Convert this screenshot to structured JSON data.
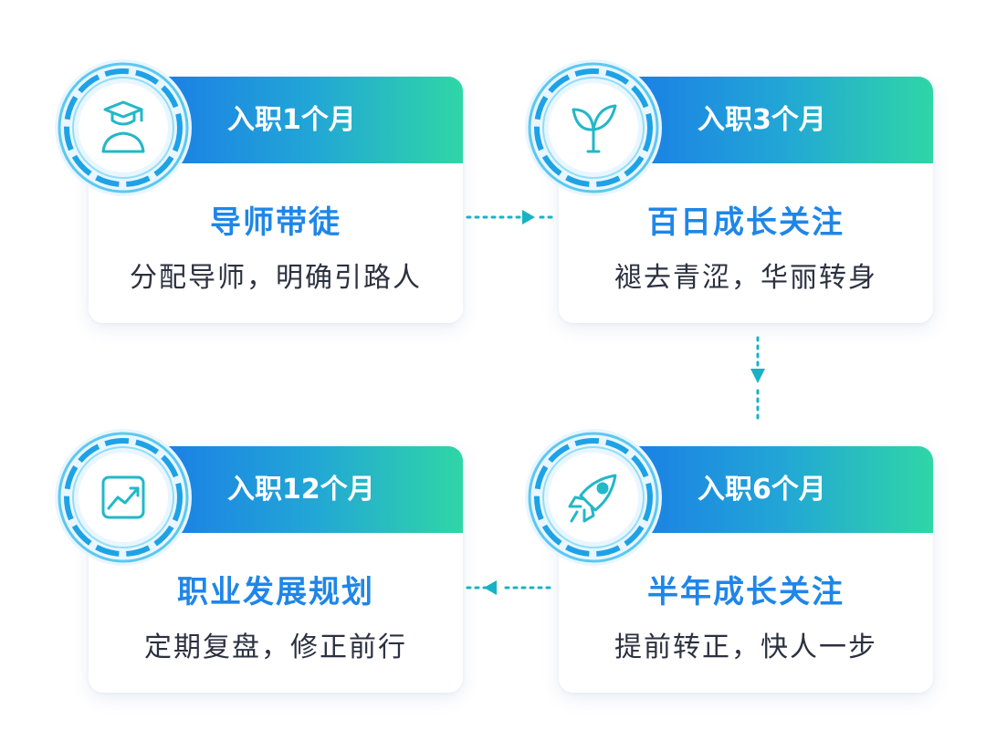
{
  "steps": [
    {
      "period": "入职1个月",
      "title": "导师带徒",
      "desc": "分配导师，明确引路人",
      "icon": "graduate-icon"
    },
    {
      "period": "入职3个月",
      "title": "百日成长关注",
      "desc": "褪去青涩，华丽转身",
      "icon": "sprout-icon"
    },
    {
      "period": "入职6个月",
      "title": "半年成长关注",
      "desc": "提前转正，快人一步",
      "icon": "rocket-icon"
    },
    {
      "period": "入职12个月",
      "title": "职业发展规划",
      "desc": "定期复盘，修正前行",
      "icon": "growth-chart-icon"
    }
  ],
  "colors": {
    "accent_blue": "#1f86e8",
    "banner_start": "#1b7fe6",
    "banner_end": "#2fd6a6",
    "arrow": "#16b3c4",
    "text_dark": "#2c3140"
  }
}
